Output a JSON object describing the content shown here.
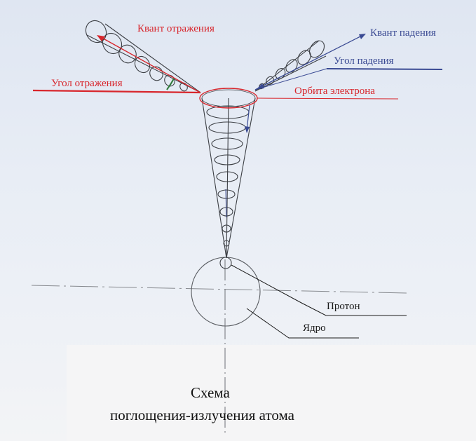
{
  "labels": {
    "reflect_quantum": "Квант отражения",
    "incident_quantum": "Квант падения",
    "incidence_angle": "Угол падения",
    "reflection_angle": "Угол отражения",
    "electron_orbit": "Орбита электрона",
    "proton": "Протон",
    "nucleus": "Ядро"
  },
  "caption": {
    "line1": "Схема",
    "line2": "поглощения-излучения атома"
  },
  "colors": {
    "red": "#d8262c",
    "blue": "#3a4a93",
    "pencil": "#3c3f44"
  }
}
